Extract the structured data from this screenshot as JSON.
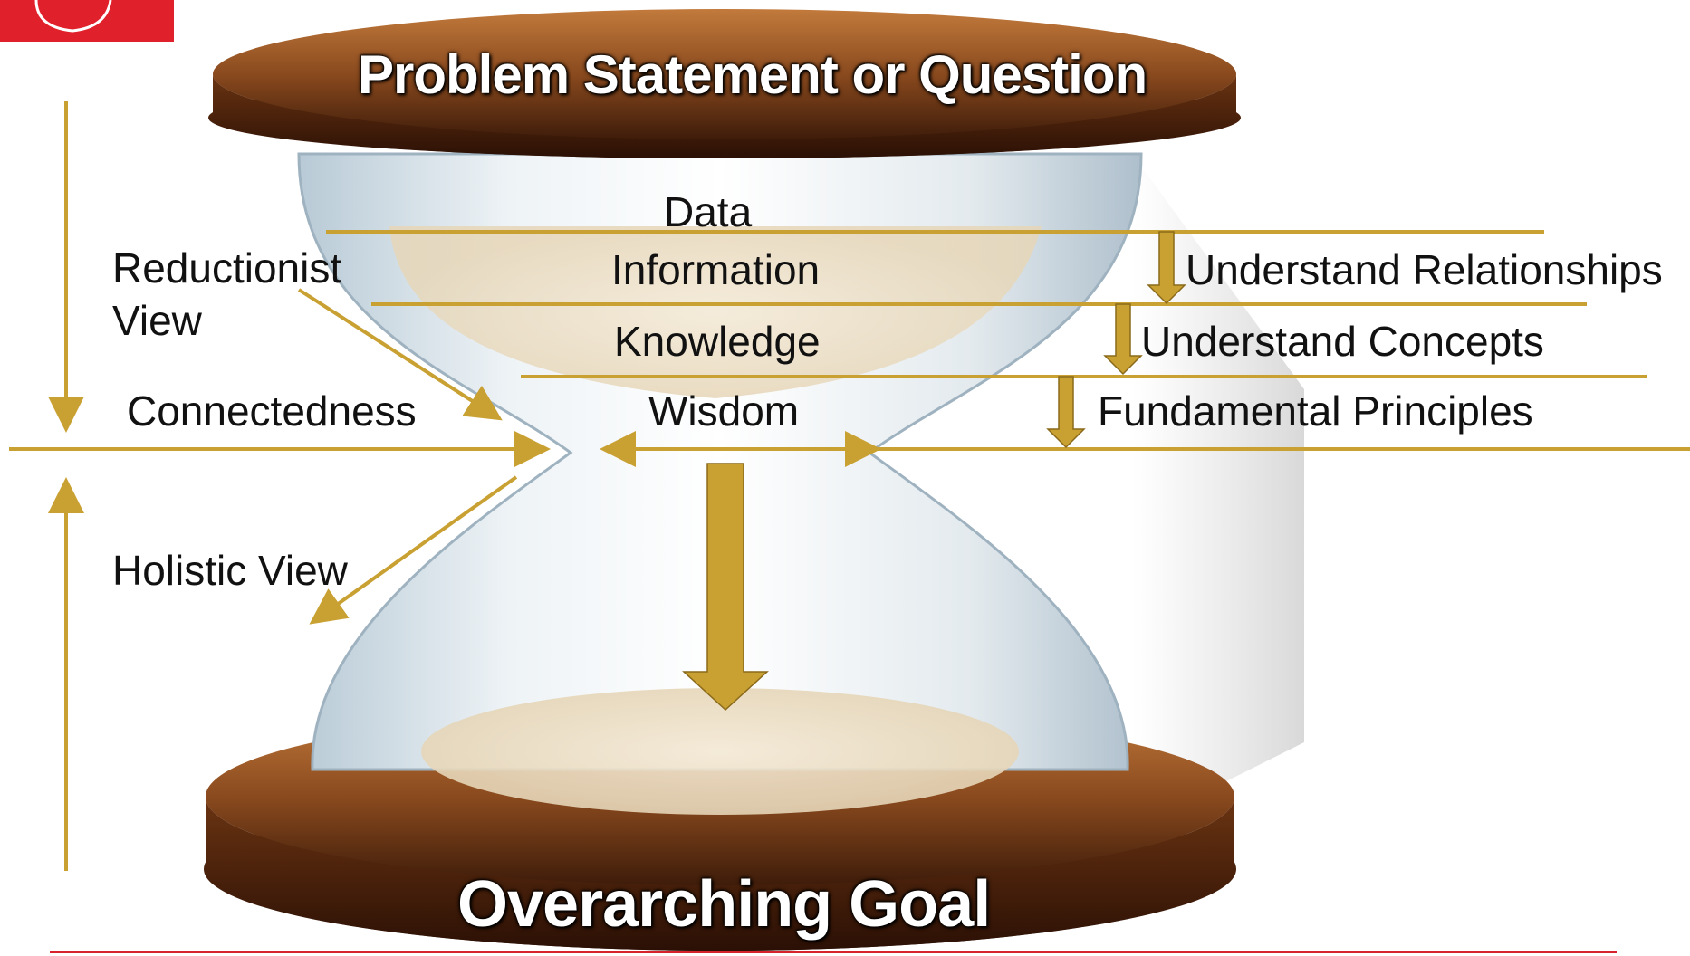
{
  "colors": {
    "arrow": "#c9a032",
    "wood": "#8a4a1e",
    "accent_red": "#e0202a"
  },
  "header": {
    "title": "Problem Statement or Question"
  },
  "footer": {
    "title": "Overarching Goal"
  },
  "levels": {
    "data": "Data",
    "information": "Information",
    "knowledge": "Knowledge",
    "wisdom": "Wisdom"
  },
  "understanding": {
    "relationships": "Understand Relationships",
    "concepts": "Understand Concepts",
    "principles": "Fundamental Principles"
  },
  "views": {
    "reductionist_line1": "Reductionist",
    "reductionist_line2": "View",
    "connectedness": "Connectedness",
    "holistic": "Holistic View"
  },
  "icons": {
    "logo": "red-logo-icon",
    "hourglass": "hourglass-icon"
  }
}
